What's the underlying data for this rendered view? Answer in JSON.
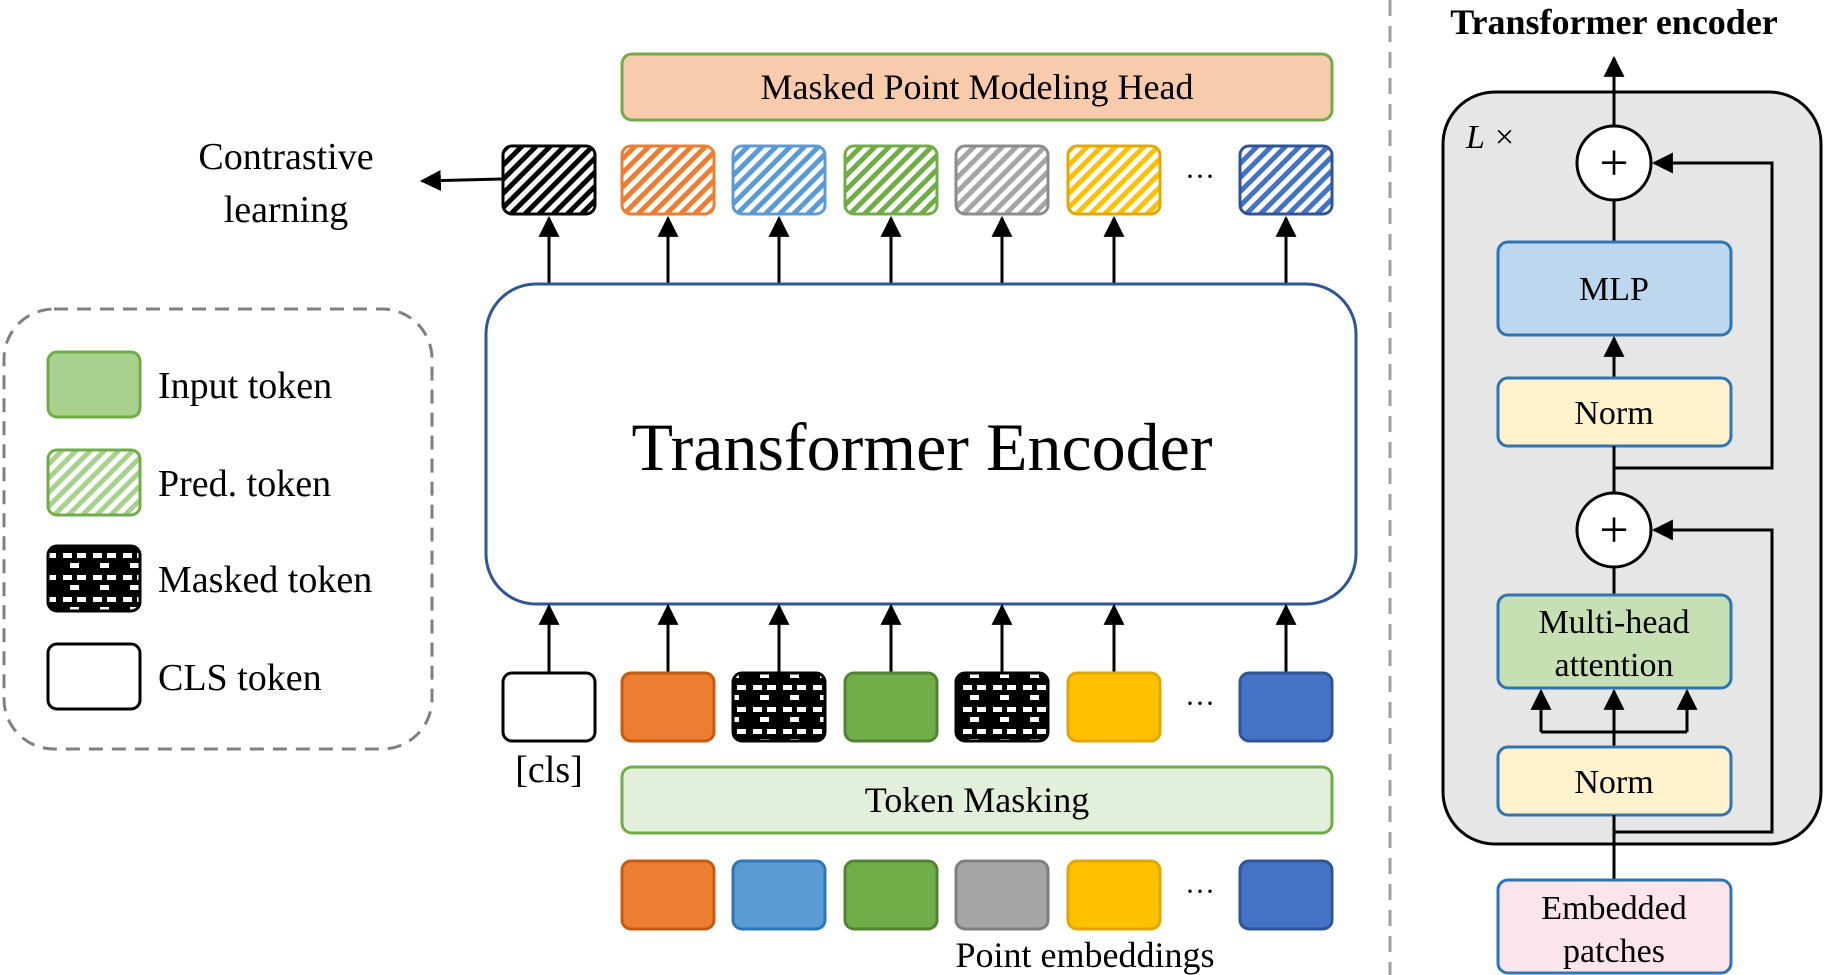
{
  "head_label": "Masked Point Modeling Head",
  "contrastive_label": [
    "Contrastive",
    "learning"
  ],
  "encoder_label": "Transformer Encoder",
  "cls_label": "[cls]",
  "token_masking_label": "Token Masking",
  "point_embeddings_label": "Point embeddings",
  "ellipsis": "···",
  "legend": {
    "input": "Input token",
    "pred": "Pred. token",
    "masked": "Masked token",
    "cls": "CLS token"
  },
  "panel": {
    "title": "Transformer encoder",
    "repeat": "L ×",
    "mlp": "MLP",
    "norm_top": "Norm",
    "norm_bottom": "Norm",
    "attention": [
      "Multi-head",
      "attention"
    ],
    "embedded": [
      "Embedded",
      "patches"
    ],
    "plus": "+"
  },
  "colors": {
    "orange": "#ED7D31",
    "light_blue": "#5B9BD5",
    "green": "#70AD47",
    "gray": "#A5A5A5",
    "gold": "#FFC000",
    "blue": "#4472C4",
    "head_fill": "#F8CBAD",
    "masking_fill": "#E2EFDA",
    "mlp_fill": "#BDD7EE",
    "norm_fill": "#FFF2CC",
    "attention_fill": "#C6E0B4",
    "embedded_fill": "#FCE4EC",
    "panel_fill": "#E7E6E6"
  }
}
